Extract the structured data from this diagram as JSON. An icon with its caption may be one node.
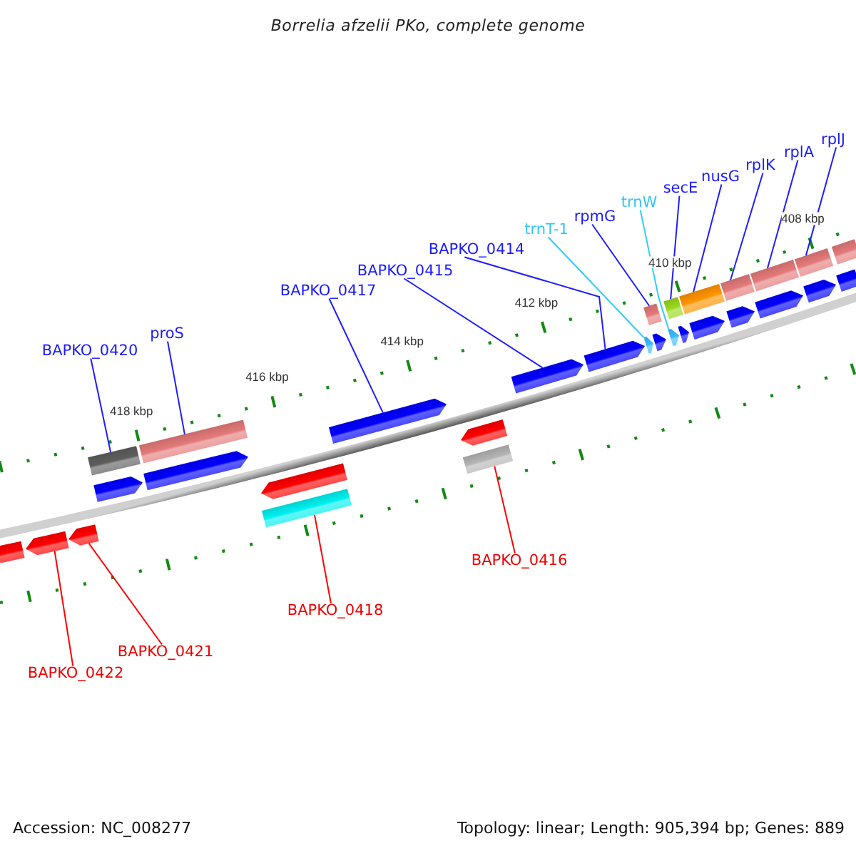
{
  "diagram": {
    "title": "Borrelia afzelii PKo, complete genome",
    "nodes": [
      {
        "text": [
          "rplJ"
        ]
      },
      {
        "text": [
          "rplA"
        ]
      },
      {
        "text": [
          "rplK"
        ]
      },
      {
        "text": [
          "nusG"
        ]
      },
      {
        "text": [
          "secE"
        ]
      },
      {
        "text": [
          "trnW"
        ]
      },
      {
        "text": [
          "rpmG"
        ]
      },
      {
        "text": [
          "trnT-1"
        ]
      },
      {
        "text": [
          "BAPKO_0414"
        ]
      },
      {
        "text": [
          "BAPKO_0415"
        ]
      },
      {
        "text": [
          "BAPKO_0417"
        ]
      },
      {
        "text": [
          "proS"
        ]
      },
      {
        "text": [
          "BAPKO_0420"
        ]
      },
      {
        "text": [
          "BAPKO_0416"
        ]
      },
      {
        "text": [
          "BAPKO_0418"
        ]
      },
      {
        "text": [
          "BAPKO_0421"
        ]
      },
      {
        "text": [
          "BAPKO_0422"
        ]
      },
      {
        "text": [],
        "shape": "arrow"
      },
      {
        "text": [],
        "shape": "arrow"
      },
      {
        "text": [],
        "shape": "arrow"
      },
      {
        "text": [],
        "shape": "box"
      },
      {
        "text": [],
        "shape": "arrow"
      },
      {
        "text": [],
        "shape": "box"
      },
      {
        "text": [],
        "shape": "arrow"
      },
      {
        "text": [],
        "shape": "arrow"
      },
      {
        "text": [],
        "shape": "box"
      },
      {
        "text": [],
        "shape": "arrow"
      },
      {
        "text": [],
        "shape": "arrow"
      },
      {
        "text": [],
        "shape": "box"
      },
      {
        "text": [],
        "shape": "arrow"
      },
      {
        "text": [],
        "shape": "arrow"
      },
      {
        "text": [],
        "shape": "box"
      },
      {
        "text": [],
        "shape": "arrow"
      },
      {
        "text": [],
        "shape": "arrow"
      },
      {
        "text": [],
        "shape": "box"
      },
      {
        "text": [],
        "shape": "arrow"
      },
      {
        "text": [],
        "shape": "arrow"
      },
      {
        "text": [],
        "shape": "box"
      },
      {
        "text": [],
        "shape": "arrow"
      },
      {
        "text": [],
        "shape": "box"
      },
      {
        "text": [],
        "shape": "arrow"
      },
      {
        "text": [],
        "shape": "box"
      },
      {
        "text": [],
        "shape": "arrow"
      },
      {
        "text": [],
        "shape": "box"
      },
      {
        "text": [],
        "shape": "arrow"
      },
      {
        "text": [],
        "shape": "box"
      },
      {
        "text": [],
        "shape": "arrow"
      }
    ],
    "edges": [
      {
        "from": 0,
        "to": 43,
        "arrow": "none"
      },
      {
        "from": 1,
        "to": 41,
        "arrow": "none"
      },
      {
        "from": 2,
        "to": 39,
        "arrow": "none"
      },
      {
        "from": 3,
        "to": 37,
        "arrow": "none"
      },
      {
        "from": 4,
        "to": 34,
        "arrow": "none"
      },
      {
        "from": 5,
        "to": 35,
        "arrow": "none",
        "color": "#33ccff"
      },
      {
        "from": 6,
        "to": 31,
        "arrow": "none"
      },
      {
        "from": 7,
        "to": 32,
        "arrow": "none",
        "color": "#33ccff"
      },
      {
        "from": 8,
        "to": 30,
        "arrow": "none"
      },
      {
        "from": 9,
        "to": 29,
        "arrow": "none"
      },
      {
        "from": 10,
        "to": 26,
        "arrow": "none"
      },
      {
        "from": 11,
        "to": 22,
        "arrow": "none"
      },
      {
        "from": 12,
        "to": 20,
        "arrow": "none"
      },
      {
        "from": 13,
        "to": 28,
        "arrow": "none",
        "color": "#ff0000"
      },
      {
        "from": 14,
        "to": 25,
        "arrow": "none",
        "color": "#ff0000"
      },
      {
        "from": 15,
        "to": 19,
        "arrow": "none",
        "color": "#ff0000"
      },
      {
        "from": 16,
        "to": 18,
        "arrow": "none",
        "color": "#ff0000"
      }
    ],
    "labels": [
      "418 kbp",
      "416 kbp",
      "414 kbp",
      "412 kbp",
      "410 kbp",
      "408 kbp",
      "Accession: NC_008277",
      "Topology: linear; Length: 905,394 bp; Genes: 889"
    ]
  }
}
